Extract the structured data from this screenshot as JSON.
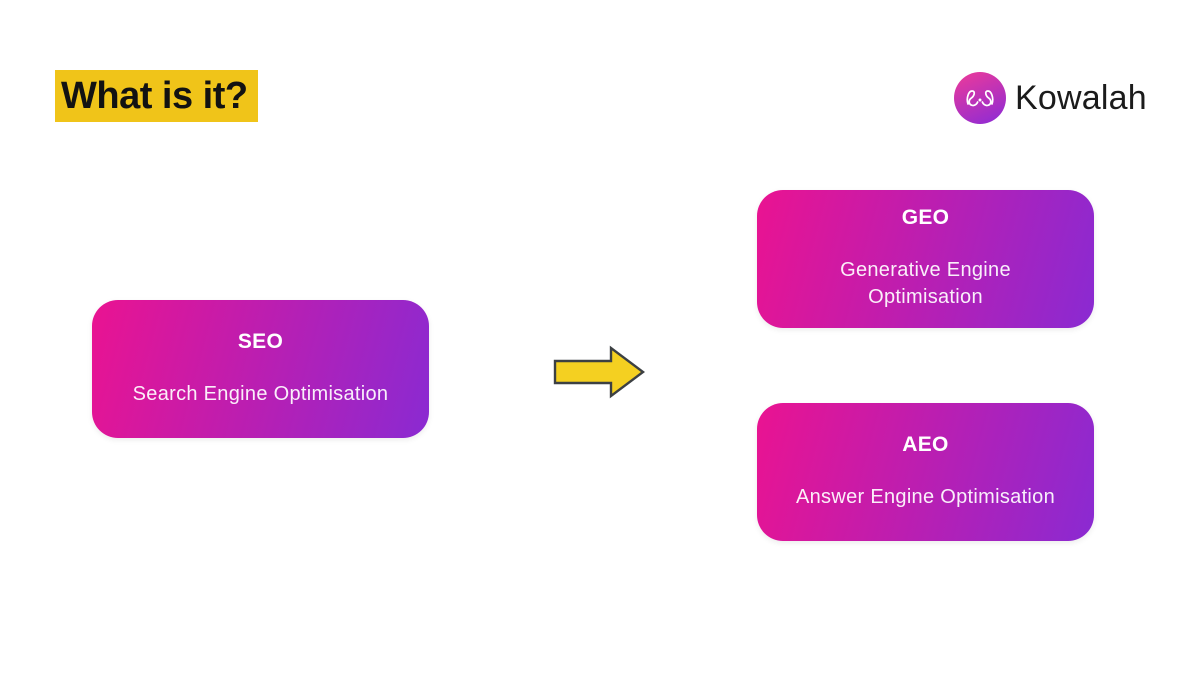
{
  "slide": {
    "title": "What is it?",
    "brand": {
      "name": "Kowalah",
      "logo_icon": "kowalah-loops-mark"
    },
    "cards": [
      {
        "title": "SEO",
        "subtitle": "Search Engine Optimisation"
      },
      {
        "title": "GEO",
        "subtitle": "Generative Engine Optimisation"
      },
      {
        "title": "AEO",
        "subtitle": "Answer Engine Optimisation"
      }
    ],
    "arrow": {
      "direction": "right"
    },
    "colors": {
      "highlight": "#F0C419",
      "card_gradient_start": "#EA1391",
      "card_gradient_end": "#8A2AD2",
      "logo_gradient_start": "#E5399E",
      "logo_gradient_end": "#8F2BD4",
      "arrow_fill": "#F4D021",
      "arrow_outline": "#3C4043",
      "text_dark": "#1B1B1B"
    }
  }
}
